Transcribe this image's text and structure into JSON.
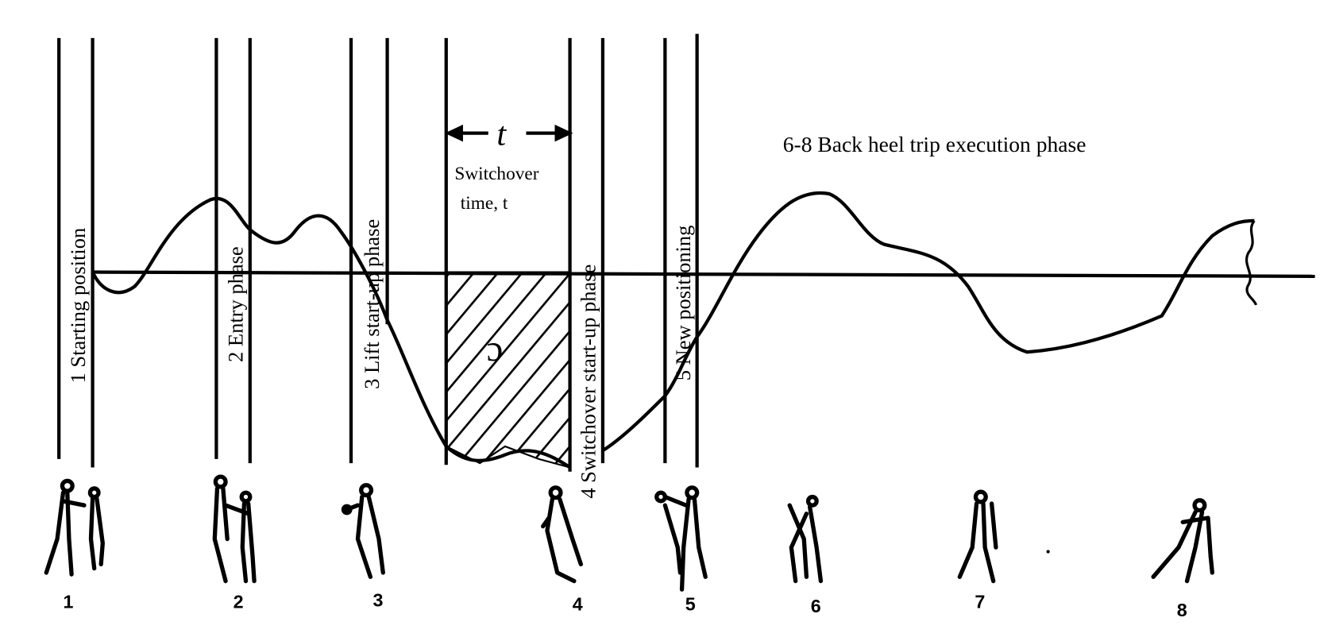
{
  "phase_labels": [
    "1 Starting position",
    "2 Entry phase",
    "3 Lift start-up phase",
    "4 Switchover start-up phase",
    "5 New positioning"
  ],
  "execution_label": "6-8 Back heel trip execution phase",
  "switchover": {
    "symbol": "t",
    "line1": "Switchover",
    "line2": "time, t",
    "area_symbol": "ɔ"
  },
  "figure_numbers": [
    "1",
    "2",
    "3",
    "4",
    "5",
    "6",
    "7",
    "8"
  ]
}
